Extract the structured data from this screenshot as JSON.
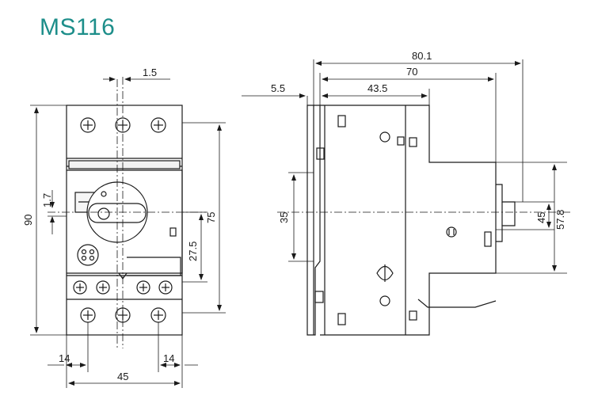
{
  "title": "MS116",
  "dimensions": {
    "front": {
      "top_offset": "1.5",
      "small_offset": "1.7",
      "total_height": "90",
      "inner_height": "75",
      "mid_height": "27.5",
      "left_pitch": "14",
      "right_pitch": "14",
      "total_width": "45"
    },
    "side": {
      "depth_total": "80.1",
      "depth_70": "70",
      "depth_43": "43.5",
      "rail_offset": "5.5",
      "rail_height": "35",
      "knob_height": "45",
      "body_height": "57.8"
    }
  }
}
